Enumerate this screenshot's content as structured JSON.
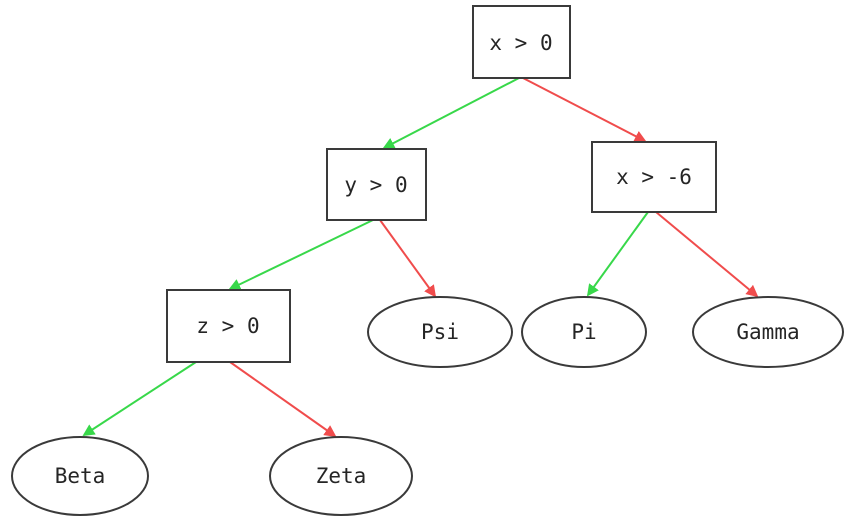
{
  "diagram": {
    "type": "decision-tree",
    "background": "#ffffff",
    "colors": {
      "true_branch": "#38d84a",
      "false_branch": "#f04c4c",
      "node_border": "#3a3a3a",
      "node_fill": "#ffffff",
      "text": "#252525"
    },
    "nodes": {
      "x_gt_0": {
        "label": "x > 0",
        "shape": "box",
        "kind": "decision"
      },
      "y_gt_0": {
        "label": "y > 0",
        "shape": "box",
        "kind": "decision"
      },
      "x_gt_m6": {
        "label": "x > -6",
        "shape": "box",
        "kind": "decision"
      },
      "z_gt_0": {
        "label": "z > 0",
        "shape": "box",
        "kind": "decision"
      },
      "psi": {
        "label": "Psi",
        "shape": "ellipse",
        "kind": "leaf"
      },
      "pi": {
        "label": "Pi",
        "shape": "ellipse",
        "kind": "leaf"
      },
      "gamma": {
        "label": "Gamma",
        "shape": "ellipse",
        "kind": "leaf"
      },
      "beta": {
        "label": "Beta",
        "shape": "ellipse",
        "kind": "leaf"
      },
      "zeta": {
        "label": "Zeta",
        "shape": "ellipse",
        "kind": "leaf"
      }
    },
    "edges": [
      {
        "from": "x_gt_0",
        "to": "y_gt_0",
        "branch": "true",
        "color": "green"
      },
      {
        "from": "x_gt_0",
        "to": "x_gt_m6",
        "branch": "false",
        "color": "red"
      },
      {
        "from": "y_gt_0",
        "to": "z_gt_0",
        "branch": "true",
        "color": "green"
      },
      {
        "from": "y_gt_0",
        "to": "psi",
        "branch": "false",
        "color": "red"
      },
      {
        "from": "x_gt_m6",
        "to": "pi",
        "branch": "true",
        "color": "green"
      },
      {
        "from": "x_gt_m6",
        "to": "gamma",
        "branch": "false",
        "color": "red"
      },
      {
        "from": "z_gt_0",
        "to": "beta",
        "branch": "true",
        "color": "green"
      },
      {
        "from": "z_gt_0",
        "to": "zeta",
        "branch": "false",
        "color": "red"
      }
    ]
  }
}
